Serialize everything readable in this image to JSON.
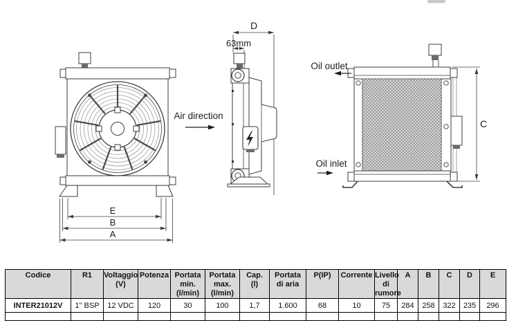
{
  "annotations": {
    "air_direction": "Air direction",
    "oil_outlet": "Oil outlet",
    "oil_inlet": "Oil inlet",
    "dim_d": "D",
    "dim_63mm": "63mm",
    "dim_c": "C",
    "dim_e": "E",
    "dim_b": "B",
    "dim_a": "A"
  },
  "icons": {
    "lightning_bolt": "electrical-connection"
  },
  "table": {
    "headers": [
      "Codice",
      "R1",
      "Voltaggio\n(V)",
      "Potenza",
      "Portata\nmin.\n(l/min)",
      "Portata\nmax.\n(l/min)",
      "Cap.\n(l)",
      "Portata\ndi aria",
      "P(IP)",
      "Corrente",
      "Livello\ndi\nrumore",
      "A",
      "B",
      "C",
      "D",
      "E"
    ],
    "rows": [
      [
        "INTER21012V",
        "1\" BSP",
        "12 VDC",
        "120",
        "30",
        "100",
        "1,7",
        "1.600",
        "68",
        "10",
        "75",
        "284",
        "258",
        "322",
        "235",
        "296"
      ]
    ]
  },
  "colors": {
    "line": "#3b3b3b",
    "grille": "#8f8f8f",
    "table_header_bg": "#d9d9d9",
    "mesh_fill": "#dedede",
    "mesh_line": "#909090"
  }
}
